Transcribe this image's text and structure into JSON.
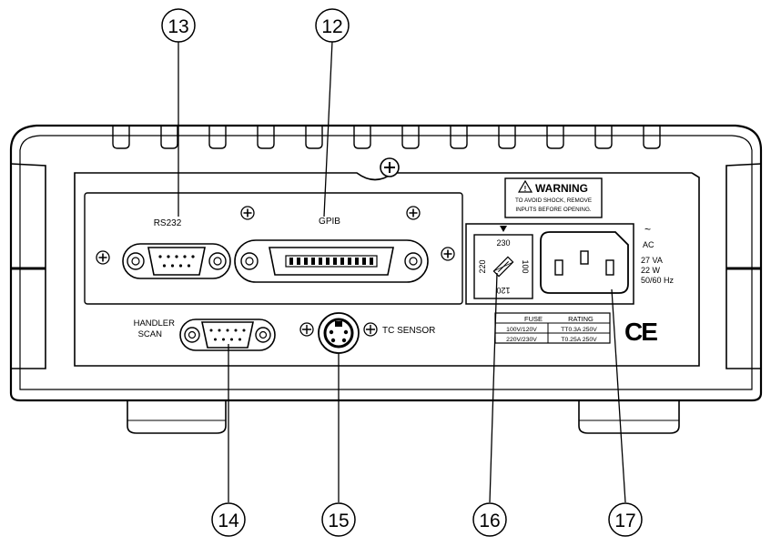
{
  "callouts": {
    "c12": "12",
    "c13": "13",
    "c14": "14",
    "c15": "15",
    "c16": "16",
    "c17": "17"
  },
  "panel": {
    "rs232_label": "RS232",
    "gpib_label": "GPIB",
    "handler_label_line1": "HANDLER",
    "handler_label_line2": "SCAN",
    "tc_sensor_label": "TC SENSOR"
  },
  "warning": {
    "title": "WARNING",
    "line1": "TO AVOID SHOCK, REMOVE",
    "line2": "INPUTS BEFORE OPENING."
  },
  "voltage_selector": {
    "top": "230",
    "left": "220",
    "right": "100",
    "bottom": "120"
  },
  "power_rating": {
    "ac_symbol": "~",
    "ac_label": "AC",
    "va": "27 VA",
    "watts": "22 W",
    "freq": "50/60 Hz"
  },
  "fuse_table": {
    "header_left": "FUSE",
    "header_right": "RATING",
    "rows": [
      {
        "voltage": "100V/120V",
        "rating": "TT0.3A 250V"
      },
      {
        "voltage": "220V/230V",
        "rating": "T0.25A 250V"
      }
    ]
  },
  "ce_mark": "CE"
}
